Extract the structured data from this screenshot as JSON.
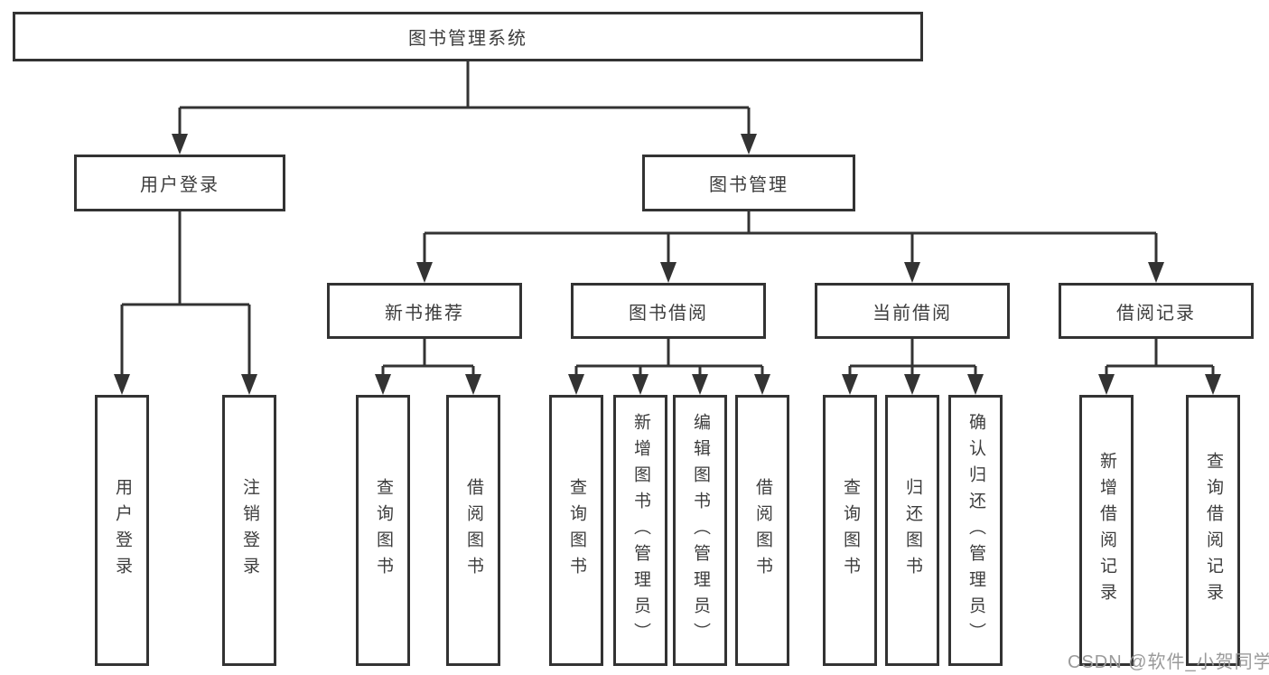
{
  "tree": {
    "label": "图书管理系统",
    "children": [
      {
        "label": "用户登录",
        "children": [
          {
            "label": "用户登录"
          },
          {
            "label": "注销登录"
          }
        ]
      },
      {
        "label": "图书管理",
        "children": [
          {
            "label": "新书推荐",
            "children": [
              {
                "label": "查询图书"
              },
              {
                "label": "借阅图书"
              }
            ]
          },
          {
            "label": "图书借阅",
            "children": [
              {
                "label": "查询图书"
              },
              {
                "label": "新增图书（管理员）"
              },
              {
                "label": "编辑图书（管理员）"
              },
              {
                "label": "借阅图书"
              }
            ]
          },
          {
            "label": "当前借阅",
            "children": [
              {
                "label": "查询图书"
              },
              {
                "label": "归还图书"
              },
              {
                "label": "确认归还（管理员）"
              }
            ]
          },
          {
            "label": "借阅记录",
            "children": [
              {
                "label": "新增借阅记录"
              },
              {
                "label": "查询借阅记录"
              }
            ]
          }
        ]
      }
    ]
  },
  "watermark": {
    "text": "CSDN @软件_小贺同学"
  },
  "icons": {
    "connector_arrow": "triangle-down"
  },
  "colors": {
    "line": "#333333",
    "box_border": "#333333",
    "text": "#3d3d3d",
    "watermark_text": "#9a9a9a",
    "background": "#ffffff"
  }
}
